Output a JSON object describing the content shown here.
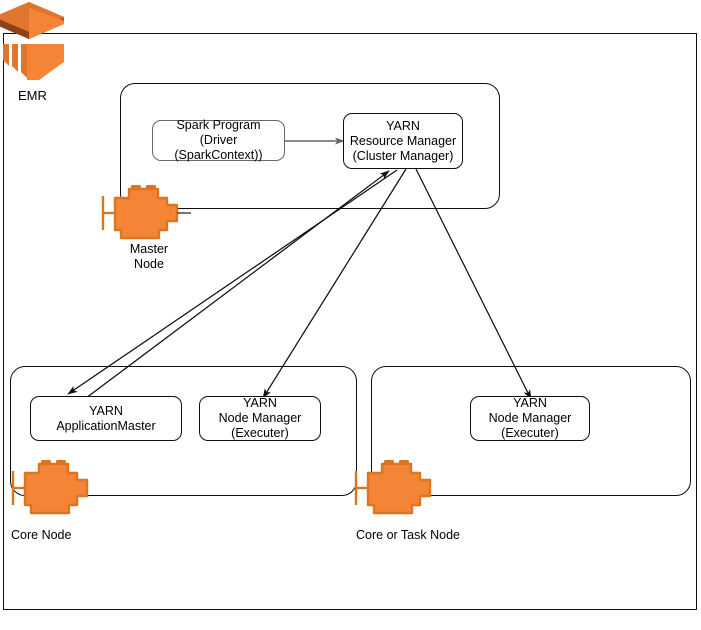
{
  "diagram": {
    "title": "EMR Spark on YARN architecture",
    "outer_container_label": "EMR",
    "colors": {
      "aws_orange": "#F58536",
      "aws_orange_dark": "#C05A24",
      "aws_orange_mid": "#E0752E",
      "line_black": "#0F0F0F",
      "line_gray": "#666666",
      "background": "#FFFFFF"
    }
  },
  "groups": {
    "master": {
      "node_label_line1": "Master",
      "node_label_line2": "Node",
      "icon_name": "server-node-icon"
    },
    "core": {
      "node_label": "Core Node",
      "icon_name": "server-node-icon"
    },
    "task": {
      "node_label": "Core or Task Node",
      "icon_name": "server-node-icon"
    }
  },
  "boxes": {
    "spark_program": {
      "line1": "Spark Program",
      "line2": "(Driver (SparkContext))"
    },
    "resource_manager": {
      "line1": "YARN",
      "line2": "Resource Manager",
      "line3": "(Cluster Manager)"
    },
    "application_master": {
      "line1": "YARN",
      "line2": "ApplicationMaster"
    },
    "node_manager_1": {
      "line1": "YARN",
      "line2": "Node Manager",
      "line3": "(Executer)"
    },
    "node_manager_2": {
      "line1": "YARN",
      "line2": "Node Manager",
      "line3": "(Executer)"
    }
  },
  "connections": [
    {
      "name": "spark-to-resource-manager",
      "from": "spark_program",
      "to": "resource_manager",
      "arrow": "to",
      "color": "#666666"
    },
    {
      "name": "resource-manager-to-application-master",
      "from": "resource_manager",
      "to": "application_master",
      "arrow": "to",
      "color": "#0F0F0F"
    },
    {
      "name": "application-master-to-resource-manager",
      "from": "application_master",
      "to": "resource_manager",
      "arrow": "to",
      "color": "#0F0F0F"
    },
    {
      "name": "resource-manager-to-node-manager-1",
      "from": "resource_manager",
      "to": "node_manager_1",
      "arrow": "to",
      "color": "#0F0F0F"
    },
    {
      "name": "resource-manager-to-node-manager-2",
      "from": "resource_manager",
      "to": "node_manager_2",
      "arrow": "to",
      "color": "#0F0F0F"
    }
  ]
}
